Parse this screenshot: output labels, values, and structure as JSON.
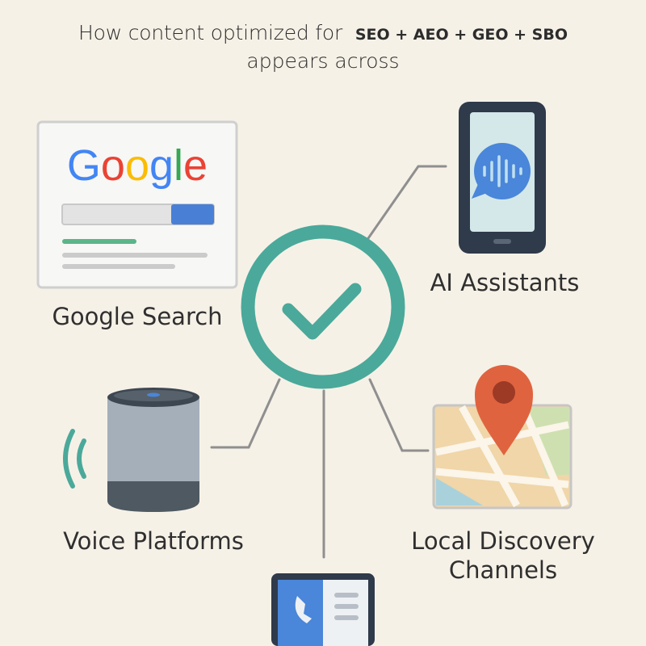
{
  "title": {
    "prefix": "How content optimized for",
    "emphasis": "SEO + AEO + GEO + SBO",
    "suffix": "appears across"
  },
  "center": {
    "icon": "checkmark-icon"
  },
  "nodes": [
    {
      "id": "google",
      "label": "Google Search",
      "icon": "search-results-icon",
      "logo_text": "Google"
    },
    {
      "id": "ai",
      "label": "AI Assistants",
      "icon": "smartphone-chat-icon"
    },
    {
      "id": "voice",
      "label": "Voice Platforms",
      "icon": "smart-speaker-icon"
    },
    {
      "id": "local",
      "label": "Local Discovery Channels",
      "label_lines": [
        "Local Discovery",
        "Channels"
      ],
      "icon": "map-pin-icon"
    },
    {
      "id": "bottom",
      "label": "",
      "icon": "contact-card-icon"
    }
  ],
  "colors": {
    "background": "#f6f1e7",
    "teal": "#4aa99a",
    "connector": "#8f8f8f",
    "google_blue": "#4285F4",
    "google_red": "#EA4335",
    "google_yellow": "#FBBC05",
    "google_green": "#34A853",
    "pin": "#e0633f",
    "device_dark": "#2f3a4a"
  }
}
